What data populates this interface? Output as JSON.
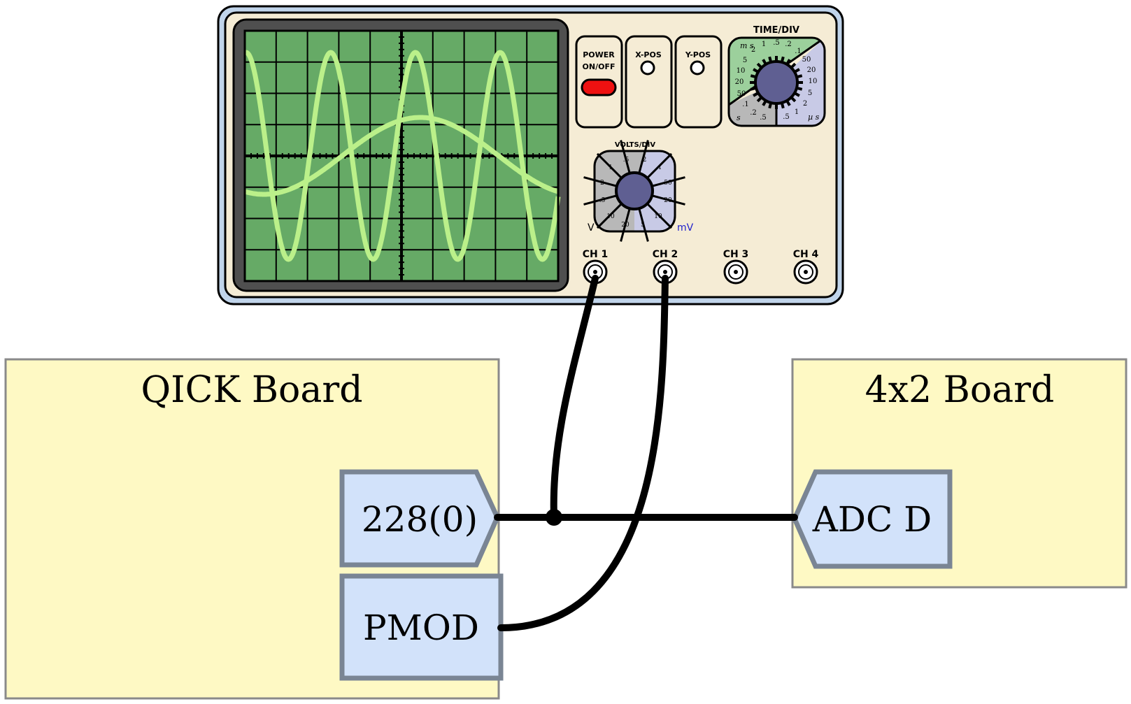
{
  "oscilloscope": {
    "power_label_line1": "POWER",
    "power_label_line2": "ON/OFF",
    "xpos_label": "X-POS",
    "ypos_label": "Y-POS",
    "timediv": {
      "title": "TIME/DIV",
      "ms_unit": "m s",
      "s_unit": "s",
      "us_unit": "µ s",
      "ms_ticks": [
        "2",
        "1",
        ".5",
        ".2",
        "5",
        "10",
        "20",
        "50",
        ".1"
      ],
      "us_ticks": [
        "50",
        "20",
        "10",
        "5",
        "2",
        "1",
        ".5"
      ],
      "s_ticks": [
        ".1",
        ".2",
        ".5"
      ]
    },
    "voltsdiv": {
      "title": "VOLTS/DIV",
      "v_unit": "V",
      "mv_unit": "mV",
      "v_ticks": [
        ".5",
        "1",
        "2",
        ".5",
        "10",
        "20"
      ],
      "mv_ticks": [
        ".2",
        ".1",
        "50",
        "20",
        "10",
        "5"
      ]
    },
    "channels": [
      "CH 1",
      "CH 2",
      "CH 3",
      "CH 4"
    ],
    "colors": {
      "screen": "#66aa66",
      "trace": "#bbf08a",
      "body": "#f5ecd5",
      "bezel": "#c0d4ea",
      "power_button": "#ee1111",
      "knob": "#5f5f92",
      "ms_sector": "#9cd09c",
      "us_sector": "#c8cae6",
      "s_sector": "#b8b8b8"
    }
  },
  "qick_board": {
    "title": "QICK Board",
    "port_228": "228(0)",
    "port_pmod": "PMOD"
  },
  "board_4x2": {
    "title": "4x2 Board",
    "port_adc": "ADC D"
  },
  "colors": {
    "board_fill": "#fef9c4",
    "board_border": "#8a8a8a",
    "port_fill": "#d2e2fa",
    "port_border": "#7a8594",
    "wire": "#000000"
  }
}
